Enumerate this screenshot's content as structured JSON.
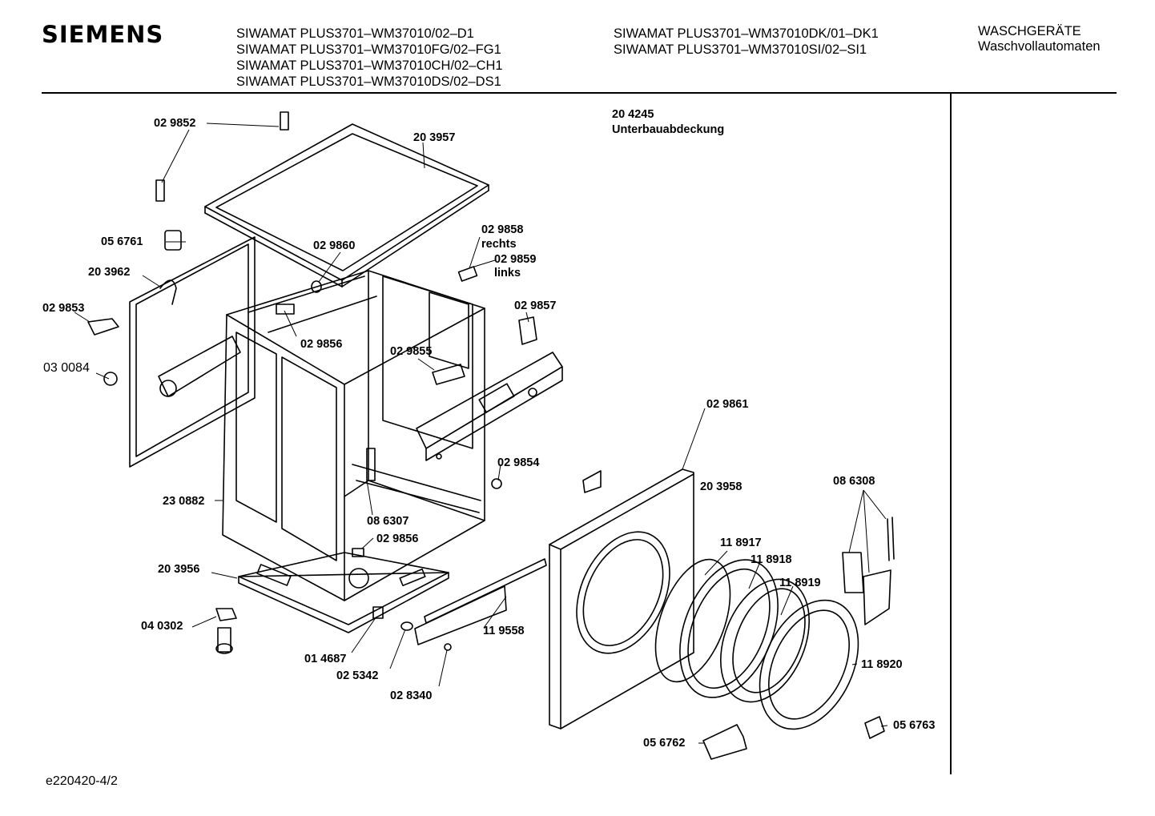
{
  "header": {
    "brand": "SIEMENS",
    "models_col1": [
      "SIWAMAT PLUS3701–WM37010/02–D1",
      "SIWAMAT PLUS3701–WM37010FG/02–FG1",
      "SIWAMAT PLUS3701–WM37010CH/02–CH1",
      "SIWAMAT PLUS3701–WM37010DS/02–DS1"
    ],
    "models_col2": [
      "SIWAMAT PLUS3701–WM37010DK/01–DK1",
      "SIWAMAT PLUS3701–WM37010SI/02–SI1"
    ],
    "category": "WASCHGERÄTE",
    "subcategory": "Waschvollautomaten"
  },
  "note": {
    "part": "20 4245",
    "desc": "Unterbauabdeckung"
  },
  "parts": {
    "p029852": "02 9852",
    "p203957": "20 3957",
    "p056761": "05 6761",
    "p029860": "02 9860",
    "p029858": "02 9858",
    "rechts": "rechts",
    "p029859": "02 9859",
    "links": "links",
    "p203962": "20 3962",
    "p029853": "02 9853",
    "p029857": "02 9857",
    "p029856a": "02 9856",
    "p029855": "02 9855",
    "p030084": "03 0084",
    "p029861": "02 9861",
    "p029854": "02 9854",
    "p203958": "20 3958",
    "p086308": "08 6308",
    "p230882": "23 0882",
    "p086307": "08 6307",
    "p029856b": "02 9856",
    "p118917": "11 8917",
    "p118918": "11 8918",
    "p203956": "20 3956",
    "p118919": "11 8919",
    "p040302": "04 0302",
    "p119558": "11 9558",
    "p014687": "01 4687",
    "p118920": "11 8920",
    "p025342": "02 5342",
    "p028340": "02 8340",
    "p056763": "05 6763",
    "p056762": "05 6762"
  },
  "footer": {
    "code": "e220420-4/2"
  }
}
